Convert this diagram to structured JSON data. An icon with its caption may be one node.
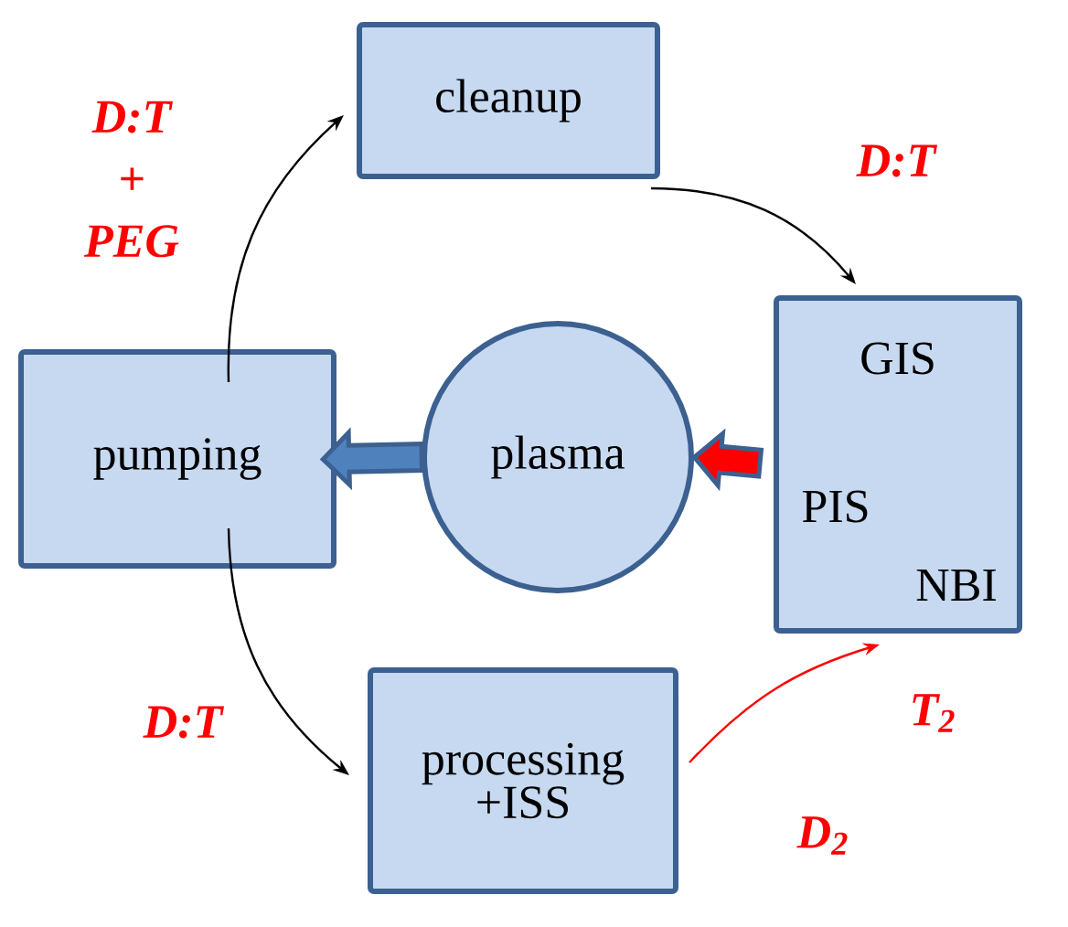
{
  "diagram": {
    "nodes": [
      {
        "text": [
          "cleanup"
        ]
      },
      {
        "text": [
          "GIS",
          "PIS",
          "NBI"
        ]
      },
      {
        "text": [
          "pumping"
        ]
      },
      {
        "text": [
          "plasma"
        ]
      },
      {
        "text": [
          "processing +ISS"
        ]
      }
    ],
    "edges": [
      {
        "from": 2,
        "to": 0,
        "arrow": "to",
        "label": "D:T + PEG"
      },
      {
        "from": 0,
        "to": 1,
        "arrow": "to",
        "label": "D:T"
      },
      {
        "from": 1,
        "to": 3,
        "arrow": "to",
        "style": "thick",
        "color": "#ff0000"
      },
      {
        "from": 3,
        "to": 2,
        "arrow": "to",
        "style": "thick",
        "color": "#4f81bd"
      },
      {
        "from": 2,
        "to": 4,
        "arrow": "to",
        "label": "D:T"
      },
      {
        "from": 4,
        "to": 1,
        "arrow": "to",
        "color": "#ff0000",
        "label": "D$_{2}$"
      }
    ],
    "labels": [
      "T$_{2}$"
    ]
  }
}
